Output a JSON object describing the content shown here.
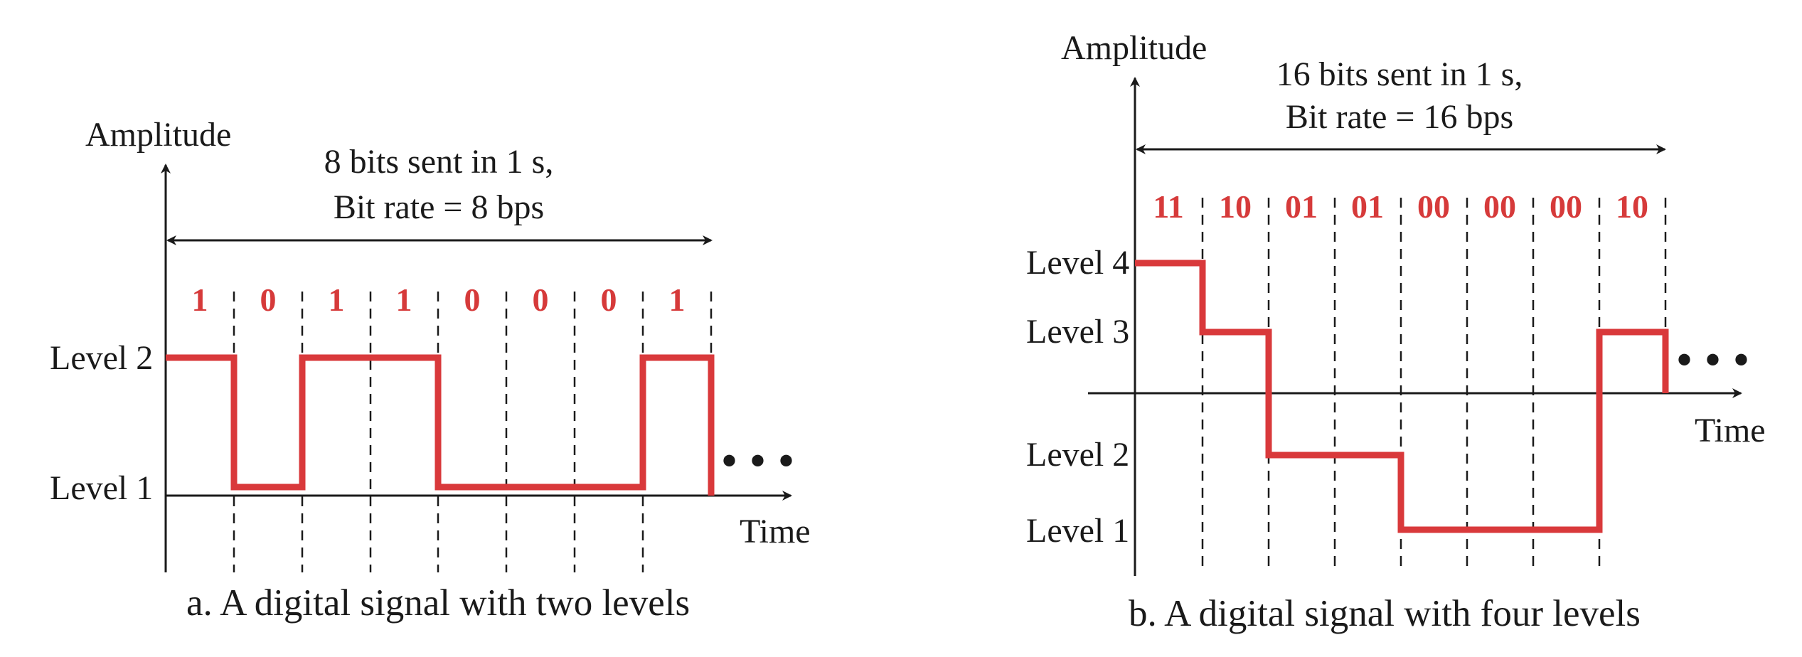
{
  "colors": {
    "signal": "#d9393b",
    "bits": "#d63a3a",
    "ink": "#1a1a1a"
  },
  "panel_a": {
    "amplitude_label": "Amplitude",
    "header_line1": "8 bits sent in 1 s,",
    "header_line2": "Bit rate = 8 bps",
    "level_labels": [
      "Level 1",
      "Level 2"
    ],
    "bits": [
      "1",
      "0",
      "1",
      "1",
      "0",
      "0",
      "0",
      "1"
    ],
    "time_label": "Time",
    "ellipsis": "• • •",
    "caption": "a. A digital signal with two levels"
  },
  "panel_b": {
    "amplitude_label": "Amplitude",
    "header_line1": "16 bits sent in 1 s,",
    "header_line2": "Bit rate = 16 bps",
    "level_labels": [
      "Level 1",
      "Level 2",
      "Level 3",
      "Level 4"
    ],
    "bits": [
      "11",
      "10",
      "01",
      "01",
      "00",
      "00",
      "00",
      "10"
    ],
    "time_label": "Time",
    "ellipsis": "• • •",
    "caption": "b. A digital signal with four levels"
  }
}
